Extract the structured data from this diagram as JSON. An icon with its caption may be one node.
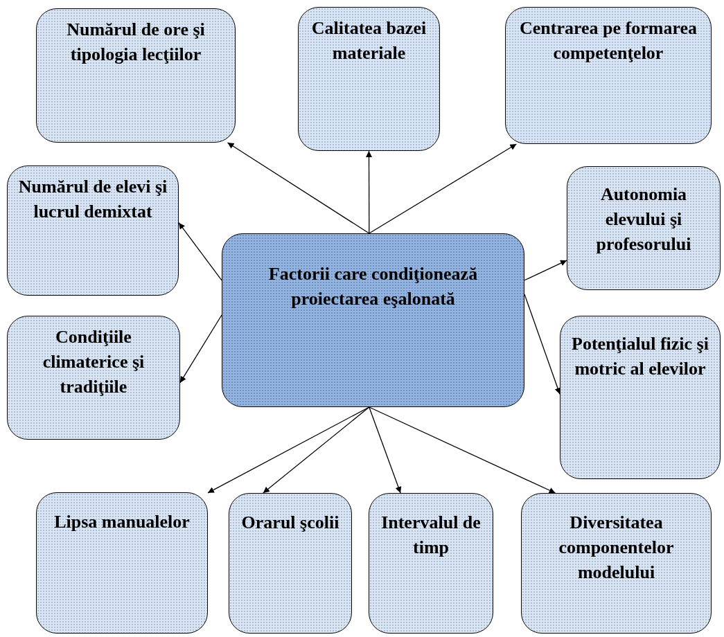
{
  "diagram": {
    "nodes": [
      {
        "text": [
          "Factorii care condiţionează  proiectarea eşalonată"
        ]
      },
      {
        "text": [
          "Numărul de ore şi tipologia lecţiilor"
        ]
      },
      {
        "text": [
          "Calitatea bazei materiale"
        ]
      },
      {
        "text": [
          "Centrarea pe formarea competenţelor"
        ]
      },
      {
        "text": [
          "Numărul de elevi şi lucrul demixtat"
        ]
      },
      {
        "text": [
          "Autonomia elevului şi profesorului"
        ]
      },
      {
        "text": [
          "Condiţiile climaterice şi tradiţiile"
        ]
      },
      {
        "text": [
          "Potenţialul fizic şi motric al elevilor"
        ]
      },
      {
        "text": [
          "Lipsa manualelor"
        ]
      },
      {
        "text": [
          "Orarul şcolii"
        ]
      },
      {
        "text": [
          "Intervalul de timp"
        ]
      },
      {
        "text": [
          "Diversitatea componentelor modelului"
        ]
      }
    ],
    "edges": [
      {
        "from": 0,
        "to": 1,
        "arrow": "to"
      },
      {
        "from": 0,
        "to": 2,
        "arrow": "to"
      },
      {
        "from": 0,
        "to": 3,
        "arrow": "to"
      },
      {
        "from": 0,
        "to": 4,
        "arrow": "to"
      },
      {
        "from": 0,
        "to": 5,
        "arrow": "to"
      },
      {
        "from": 0,
        "to": 6,
        "arrow": "to"
      },
      {
        "from": 0,
        "to": 7,
        "arrow": "to"
      },
      {
        "from": 0,
        "to": 8,
        "arrow": "to"
      },
      {
        "from": 0,
        "to": 9,
        "arrow": "to"
      },
      {
        "from": 0,
        "to": 10,
        "arrow": "to"
      },
      {
        "from": 0,
        "to": 11,
        "arrow": "to"
      }
    ]
  }
}
